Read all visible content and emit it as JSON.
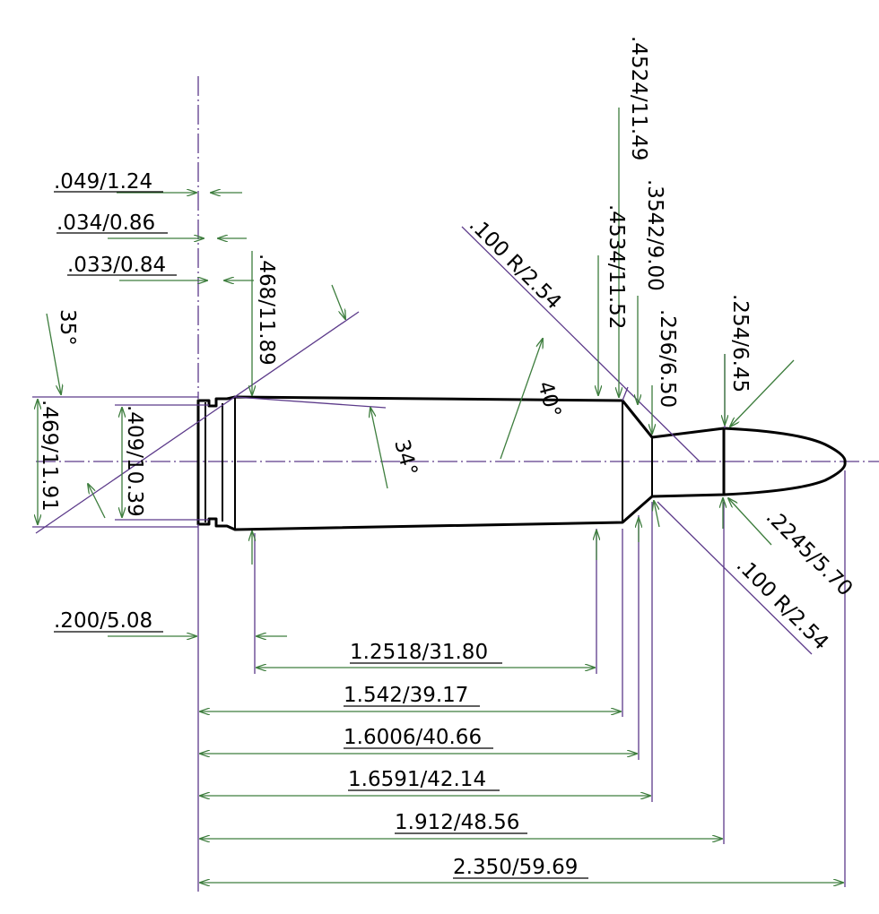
{
  "colors": {
    "outline": "#000000",
    "extension_lines": "#5c3a8a",
    "dimension_lines": "#3d7d3d",
    "background": "#ffffff"
  },
  "dimensions": {
    "rim_thickness": ".049/1.24",
    "extractor_groove_width": ".034/0.86",
    "groove_offset": ".033/0.84",
    "base_diameter": ".468/11.89",
    "rim_diameter": ".469/11.91",
    "groove_diameter": ".409/10.39",
    "groove_angle": "35°",
    "body_taper_angle": "34°",
    "shoulder_angle": "40°",
    "shoulder_radius_top": ".100 R/2.54",
    "shoulder_radius_bottom": ".100 R/2.54",
    "shoulder_diameter_a": ".4524/11.49",
    "shoulder_diameter_b": ".4534/11.52",
    "neck_junction_diameter": ".3542/9.00",
    "neck_diameter": ".256/6.50",
    "case_mouth_diameter": ".254/6.45",
    "bullet_diameter": ".2245/5.70",
    "head_offset": ".200/5.08",
    "body_length": "1.2518/31.80",
    "shoulder_start_length": "1.542/39.17",
    "shoulder_mid_length": "1.6006/40.66",
    "neck_start_length": "1.6591/42.14",
    "case_length": "1.912/48.56",
    "overall_length": "2.350/59.69"
  }
}
